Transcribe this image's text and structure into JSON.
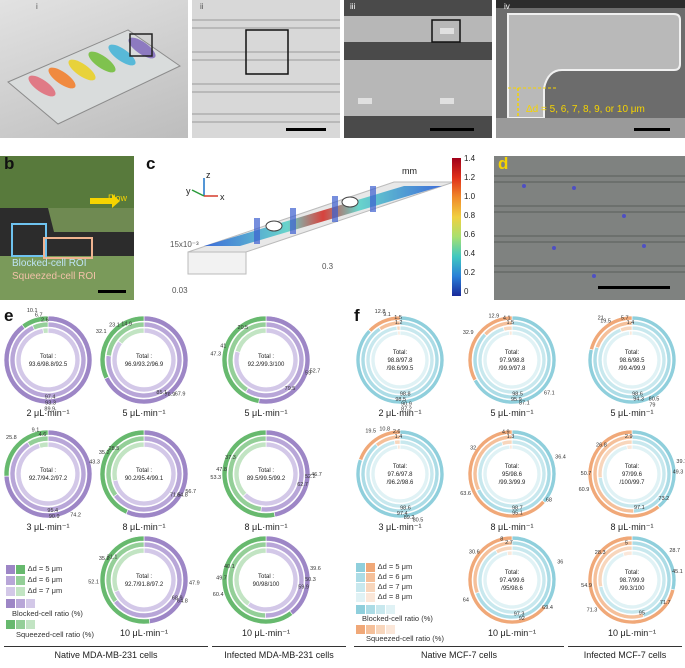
{
  "panels": {
    "a": {
      "label": "a",
      "subpanels": [
        "i",
        "ii",
        "iii",
        "iv"
      ],
      "annotation": "Δd = 5, 6, 7, 8, 9, or 10 μm"
    },
    "b": {
      "label": "b",
      "flow": "Flow",
      "roi1": "Blocked-cell ROI",
      "roi2": "Squeezed-cell ROI"
    },
    "c": {
      "label": "c",
      "unit": "mm",
      "scale_ticks": [
        "1.4",
        "1.2",
        "1.0",
        "0.8",
        "0.6",
        "0.4",
        "0.2",
        "0"
      ],
      "axis_z": "z",
      "axis_y": "y",
      "axis_x": "x",
      "dim1": "15x10⁻³",
      "dim2": "0.03",
      "dim3": "0.3"
    },
    "d": {
      "label": "d"
    },
    "e": {
      "label": "e"
    },
    "f": {
      "label": "f"
    }
  },
  "legend_e": {
    "items": [
      "Δd = 5 μm",
      "Δd = 6 μm",
      "Δd = 7 μm"
    ],
    "blocked": "Blocked-cell ratio (%)",
    "squeezed": "Squeezed-cell ratio (%)",
    "blocked_colors": [
      "#9d86c6",
      "#b8a6d8",
      "#d3c8e8"
    ],
    "squeezed_colors": [
      "#67b96e",
      "#94cf98",
      "#c2e4c3"
    ]
  },
  "legend_f": {
    "items": [
      "Δd = 5 μm",
      "Δd = 6 μm",
      "Δd = 7 μm",
      "Δd = 8 μm"
    ],
    "blocked": "Blocked-cell ratio (%)",
    "squeezed": "Squeezed-cell ratio (%)",
    "blocked_colors": [
      "#8fcfdc",
      "#acdce6",
      "#c8e8ee",
      "#e0f2f5"
    ],
    "squeezed_colors": [
      "#f0a878",
      "#f5c09a",
      "#f8d6bc",
      "#fbe7d9"
    ]
  },
  "group_labels": [
    "Native MDA-MB-231 cells",
    "Infected MDA-MB-231 cells",
    "Native MCF-7 cells",
    "Infected MCF-7 cells"
  ],
  "chart_data": [
    {
      "type": "pie",
      "group": "Native MDA-MB-231 cells",
      "flow_rate": "2 μL·min⁻¹",
      "total": [
        "Total :",
        "93.6/98.8/92.5"
      ],
      "rings": [
        {
          "blocked": 89.9,
          "squeezed": 10.1
        },
        {
          "blocked": 93.3,
          "squeezed": 6.7
        },
        {
          "blocked": 97.4,
          "squeezed": 2.6
        }
      ]
    },
    {
      "type": "pie",
      "group": "Native MDA-MB-231 cells",
      "flow_rate": "3 μL·min⁻¹",
      "total": [
        "Total :",
        "92.7/94.2/97.2"
      ],
      "rings": [
        {
          "blocked": 74.2,
          "squeezed": 25.8
        },
        {
          "blocked": 90.9,
          "squeezed": 9.1
        },
        {
          "blocked": 95.4,
          "squeezed": 4.6
        }
      ]
    },
    {
      "type": "pie",
      "group": "Native MDA-MB-231 cells",
      "flow_rate": "5 μL·min⁻¹",
      "total": [
        "Total :",
        "96.9/93.2/96.9"
      ],
      "rings": [
        {
          "blocked": 67.9,
          "squeezed": 32.1
        },
        {
          "blocked": 76.9,
          "squeezed": 23.1
        },
        {
          "blocked": 85.1,
          "squeezed": 14.9
        }
      ]
    },
    {
      "type": "pie",
      "group": "Native MDA-MB-231 cells",
      "flow_rate": "8 μL·min⁻¹",
      "total": [
        "Total :",
        "90.2/95.4/99.1"
      ],
      "rings": [
        {
          "blocked": 56.7,
          "squeezed": 43.3
        },
        {
          "blocked": 64.8,
          "squeezed": 35.2
        },
        {
          "blocked": 71.5,
          "squeezed": 28.5
        }
      ]
    },
    {
      "type": "pie",
      "group": "Native MDA-MB-231 cells",
      "flow_rate": "10 μL·min⁻¹",
      "total": [
        "Total :",
        "92.7/91.8/97.2"
      ],
      "rings": [
        {
          "blocked": 47.9,
          "squeezed": 52.1
        },
        {
          "blocked": 64.8,
          "squeezed": 35.2
        },
        {
          "blocked": 68.9,
          "squeezed": 31.1
        }
      ]
    },
    {
      "type": "pie",
      "group": "Infected MDA-MB-231 cells",
      "flow_rate": "5 μL·min⁻¹",
      "total": [
        "Total :",
        "92.2/99.3/100"
      ],
      "rings": [
        {
          "blocked": 52.7,
          "squeezed": 47.3
        },
        {
          "blocked": 59,
          "squeezed": 41
        },
        {
          "blocked": 79.5,
          "squeezed": 20.5
        }
      ]
    },
    {
      "type": "pie",
      "group": "Infected MDA-MB-231 cells",
      "flow_rate": "8 μL·min⁻¹",
      "total": [
        "Total :",
        "89.5/99.5/99.2"
      ],
      "rings": [
        {
          "blocked": 46.7,
          "squeezed": 53.3
        },
        {
          "blocked": 52.2,
          "squeezed": 47.8
        },
        {
          "blocked": 62.7,
          "squeezed": 37.3
        }
      ]
    },
    {
      "type": "pie",
      "group": "Infected MDA-MB-231 cells",
      "flow_rate": "10 μL·min⁻¹",
      "total": [
        "Total :",
        "90/98/100"
      ],
      "rings": [
        {
          "blocked": 39.6,
          "squeezed": 60.4
        },
        {
          "blocked": 50.3,
          "squeezed": 49.7
        },
        {
          "blocked": 59.9,
          "squeezed": 40.1
        }
      ]
    },
    {
      "type": "pie",
      "group": "Native MCF-7 cells",
      "flow_rate": "2 μL·min⁻¹",
      "total": [
        "Total:",
        "98.8/97.8",
        "/98.6/99.5"
      ],
      "rings": [
        {
          "blocked": 87.2,
          "squeezed": 12.8
        },
        {
          "blocked": 90.9,
          "squeezed": 9.1
        },
        {
          "blocked": 98.5,
          "squeezed": 1.5
        },
        {
          "blocked": 98.8,
          "squeezed": 1.2
        }
      ]
    },
    {
      "type": "pie",
      "group": "Native MCF-7 cells",
      "flow_rate": "3 μL·min⁻¹",
      "total": [
        "Total:",
        "97.6/97.8",
        "/96.2/98.6"
      ],
      "rings": [
        {
          "blocked": 80.5,
          "squeezed": 19.5
        },
        {
          "blocked": 89.2,
          "squeezed": 10.8
        },
        {
          "blocked": 97.4,
          "squeezed": 2.6
        },
        {
          "blocked": 98.6,
          "squeezed": 1.4
        }
      ]
    },
    {
      "type": "pie",
      "group": "Native MCF-7 cells",
      "flow_rate": "5 μL·min⁻¹",
      "total": [
        "Total:",
        "97.9/98.8",
        "/99.9/97.8"
      ],
      "rings": [
        {
          "blocked": 67.1,
          "squeezed": 32.9
        },
        {
          "blocked": 87.1,
          "squeezed": 12.9
        },
        {
          "blocked": 95.9,
          "squeezed": 4.1
        },
        {
          "blocked": 98.5,
          "squeezed": 1.5
        }
      ]
    },
    {
      "type": "pie",
      "group": "Native MCF-7 cells",
      "flow_rate": "8 μL·min⁻¹",
      "total": [
        "Total:",
        "95/98.6",
        "/99.3/99.9"
      ],
      "rings": [
        {
          "blocked": 36.4,
          "squeezed": 63.6
        },
        {
          "blocked": 68,
          "squeezed": 32
        },
        {
          "blocked": 95.1,
          "squeezed": 4.9
        },
        {
          "blocked": 98.7,
          "squeezed": 1.3
        }
      ]
    },
    {
      "type": "pie",
      "group": "Native MCF-7 cells",
      "flow_rate": "10 μL·min⁻¹",
      "total": [
        "Total:",
        "97.4/99.6",
        "/95/98.6"
      ],
      "rings": [
        {
          "blocked": 36,
          "squeezed": 64
        },
        {
          "blocked": 69.4,
          "squeezed": 30.6
        },
        {
          "blocked": 92,
          "squeezed": 8
        },
        {
          "blocked": 97.3,
          "squeezed": 2.7
        }
      ]
    },
    {
      "type": "pie",
      "group": "Infected MCF-7 cells",
      "flow_rate": "5 μL·min⁻¹",
      "total": [
        "Total:",
        "98.6/98.5",
        "/99.4/99.9"
      ],
      "rings": [
        {
          "blocked": 79,
          "squeezed": 21
        },
        {
          "blocked": 80.5,
          "squeezed": 19.5
        },
        {
          "blocked": 94.3,
          "squeezed": 5.7
        },
        {
          "blocked": 98.6,
          "squeezed": 1.4
        }
      ]
    },
    {
      "type": "pie",
      "group": "Infected MCF-7 cells",
      "flow_rate": "8 μL·min⁻¹",
      "total": [
        "Total:",
        "97/99.6",
        "/100/99.7"
      ],
      "rings": [
        {
          "blocked": 39.1,
          "squeezed": 60.9
        },
        {
          "blocked": 49.3,
          "squeezed": 50.7
        },
        {
          "blocked": 73.2,
          "squeezed": 26.8
        },
        {
          "blocked": 97.1,
          "squeezed": 2.9
        }
      ]
    },
    {
      "type": "pie",
      "group": "Infected MCF-7 cells",
      "flow_rate": "10 μL·min⁻¹",
      "total": [
        "Total:",
        "98.7/99.9",
        "/99.3/100"
      ],
      "rings": [
        {
          "blocked": 28.7,
          "squeezed": 71.3
        },
        {
          "blocked": 45.1,
          "squeezed": 54.9
        },
        {
          "blocked": 71.7,
          "squeezed": 28.3
        },
        {
          "blocked": 95,
          "squeezed": 5
        }
      ]
    }
  ]
}
